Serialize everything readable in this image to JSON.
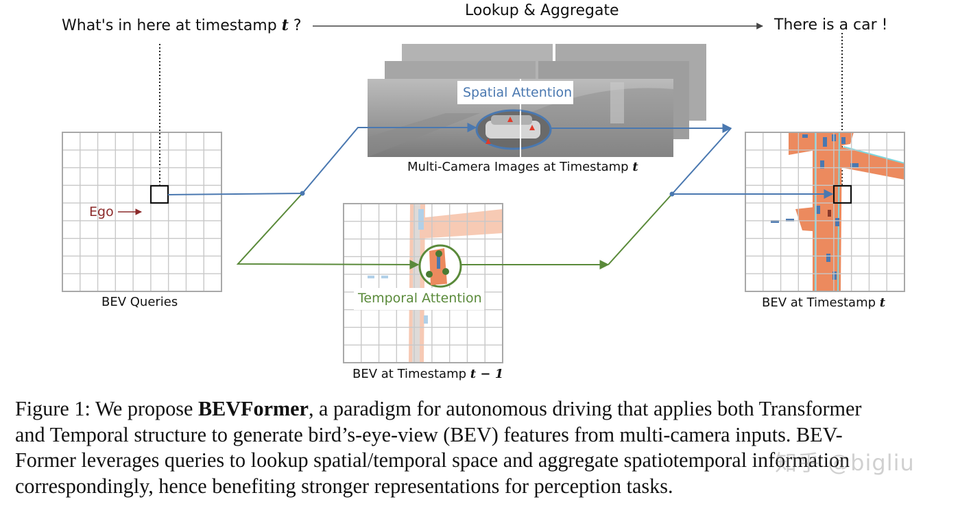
{
  "figure": {
    "query_question": "What's in here at timestamp",
    "query_var": "t",
    "query_mark": "?",
    "lookup_label": "Lookup & Aggregate",
    "answer": "There is a car !",
    "ego_label": "Ego",
    "spatial_attention": "Spatial Attention",
    "temporal_attention": "Temporal Attention",
    "multi_camera_label": "Multi-Camera Images at Timestamp",
    "multi_camera_var": "t",
    "bev_queries_label": "BEV Queries",
    "bev_t_label": "BEV at Timestamp",
    "bev_t_var": "t",
    "bev_prev_label": "BEV at Timestamp",
    "bev_prev_var": "t − 1",
    "colors": {
      "spatial_blue": "#4a78b0",
      "temporal_green": "#5a8a3a",
      "ego_red": "#8b2a2a",
      "road_orange": "#ec8a5e",
      "grid_gray": "#c8c8c8"
    }
  },
  "caption": {
    "prefix": "Figure 1: We propose ",
    "bold": "BEVFormer",
    "line1_rest": ", a paradigm for autonomous driving that applies both Transformer",
    "line2": "and Temporal structure to generate bird’s-eye-view (BEV) features from multi-camera inputs. BEV-",
    "line3": "Former leverages queries to lookup spatial/temporal space and aggregate spatiotemporal information",
    "line4": "correspondingly, hence benefiting stronger representations for perception tasks."
  },
  "watermark": "知乎 @bigliu"
}
